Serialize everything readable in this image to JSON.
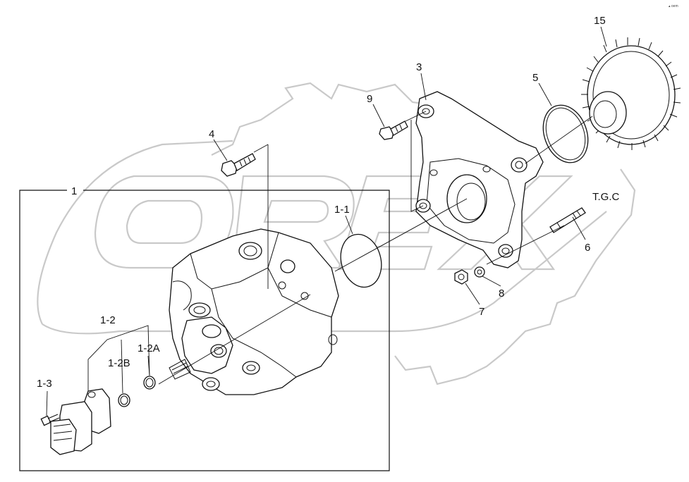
{
  "watermark": {
    "text": "OREX"
  },
  "corner_mark": "▴ oem",
  "callouts": [
    {
      "id": "1",
      "text": "1"
    },
    {
      "id": "1-1",
      "text": "1-1"
    },
    {
      "id": "1-2",
      "text": "1-2"
    },
    {
      "id": "1-2A",
      "text": "1-2A"
    },
    {
      "id": "1-2B",
      "text": "1-2B"
    },
    {
      "id": "1-3",
      "text": "1-3"
    },
    {
      "id": "3",
      "text": "3"
    },
    {
      "id": "4",
      "text": "4"
    },
    {
      "id": "5",
      "text": "5"
    },
    {
      "id": "6",
      "text": "6"
    },
    {
      "id": "7",
      "text": "7"
    },
    {
      "id": "8",
      "text": "8"
    },
    {
      "id": "9",
      "text": "9"
    },
    {
      "id": "15",
      "text": "15"
    },
    {
      "id": "tgc",
      "text": "T.G.C"
    }
  ]
}
